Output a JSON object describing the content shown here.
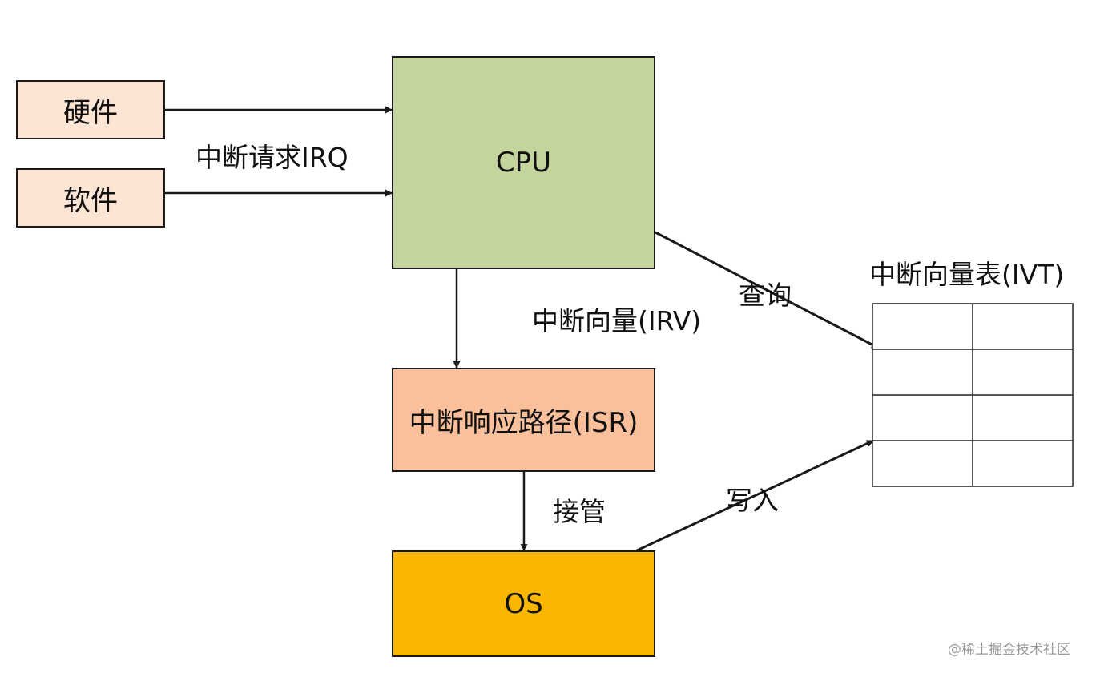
{
  "nodes": {
    "hardware": "硬件",
    "software": "软件",
    "cpu": "CPU",
    "isr": "中断响应路径(ISR)",
    "os": "OS"
  },
  "edges": {
    "irq": "中断请求IRQ",
    "irv": "中断向量(IRV)",
    "query": "查询",
    "takeover": "接管",
    "write": "写入"
  },
  "ivt": {
    "title": "中断向量表(IVT)",
    "rows": 4,
    "cols": 2
  },
  "watermark": "@稀土掘金技术社区",
  "colors": {
    "input_fill": "#fde5d5",
    "cpu_fill": "#c3d49c",
    "isr_fill": "#fac09c",
    "os_fill": "#fbb700",
    "line": "#1a1a1a"
  }
}
